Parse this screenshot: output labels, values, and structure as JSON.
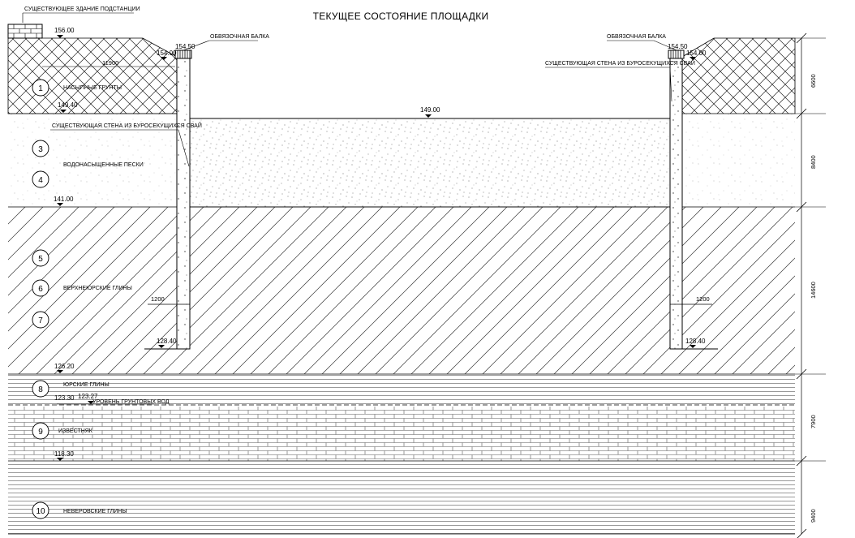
{
  "title": "ТЕКУЩЕЕ СОСТОЯНИЕ ПЛОЩАДКИ",
  "labels": {
    "existing_building": "СУЩЕСТВУЮЩЕЕ ЗДАНИЕ ПОДСТАНЦИИ",
    "capping_beam_left": "ОБВЯЗОЧНАЯ БАЛКА",
    "capping_beam_right": "ОБВЯЗОЧНАЯ БАЛКА",
    "wall_left": "СУЩЕСТВУЮЩАЯ СТЕНА ИЗ БУРОСЕКУЩИХСЯ СВАЙ",
    "wall_right": "СУЩЕСТВУЮЩАЯ СТЕНА ИЗ БУРОСЕКУЩИХСЯ СВАЙ",
    "groundwater": "УРОВЕНЬ ГРУНТОВЫХ ВОД"
  },
  "layers": [
    {
      "num": "1",
      "name": "НАСЫПНЫЕ ГРУНТЫ"
    },
    {
      "num": "3",
      "name": ""
    },
    {
      "num": "4",
      "name": "ВОДОНАСЫЩЕННЫЕ ПЕСКИ"
    },
    {
      "num": "5",
      "name": ""
    },
    {
      "num": "6",
      "name": "ВЕРХНЕЮРСКИЕ ГЛИНЫ"
    },
    {
      "num": "7",
      "name": ""
    },
    {
      "num": "8",
      "name": "ЮРСКИЕ ГЛИНЫ"
    },
    {
      "num": "9",
      "name": "ИЗВЕСТНЯК"
    },
    {
      "num": "10",
      "name": "НЕВЕРОВСКИЕ ГЛИНЫ"
    }
  ],
  "elevations": {
    "ground_left": "156.00",
    "beam_left_bottom": "154.00",
    "beam_left_top": "154.50",
    "beam_right_top": "154.50",
    "beam_right_bottom": "154.00",
    "fill_bottom": "149.40",
    "excavation_bottom": "149.00",
    "sand_bottom": "141.00",
    "wall_toe_left": "128.40",
    "wall_toe_right": "128.40",
    "clay_bottom": "126.20",
    "limestone_top": "123.30",
    "groundwater": "123.27",
    "limestone_bottom": "118.30"
  },
  "dimensions": {
    "offset_left": "11900",
    "socket_left": "1200",
    "socket_right": "1200",
    "thickness_fill": "6600",
    "thickness_sand": "8400",
    "thickness_clay_upper": "14600",
    "thickness_limestone": "7900",
    "thickness_lower_clay": "9400"
  }
}
